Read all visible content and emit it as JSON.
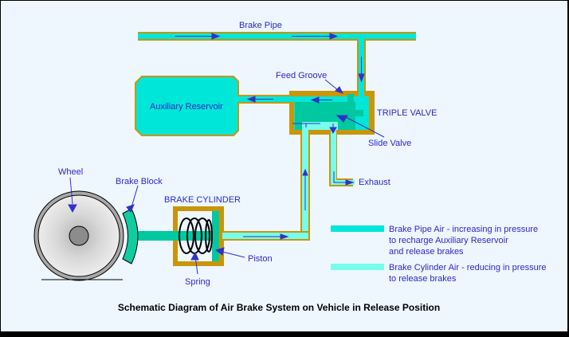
{
  "colors": {
    "background": "#eef6fe",
    "frame": "#000000",
    "pipe_wall": "#c8960a",
    "brake_pipe_air": "#00e6d8",
    "brake_cylinder_air": "#78fcec",
    "slide_valve_body": "#00c8a0",
    "brake_block": "#10cca0",
    "label_text": "#2a2ac8",
    "arrow": "#3232c8",
    "title_text": "#000000",
    "wheel_rim": "#a8a8a8",
    "wheel_face": "#e4e4e4",
    "wheel_hub": "#8c8c8c"
  },
  "labels": {
    "brake_pipe": "Brake Pipe",
    "feed_groove": "Feed Groove",
    "auxiliary_reservoir": "Auxiliary Reservoir",
    "triple_valve": "TRIPLE VALVE",
    "slide_valve": "Slide Valve",
    "exhaust": "Exhaust",
    "wheel": "Wheel",
    "brake_block": "Brake Block",
    "brake_cylinder": "BRAKE CYLINDER",
    "piston": "Piston",
    "spring": "Spring"
  },
  "legend": {
    "items": [
      {
        "name": "brake-pipe-air",
        "swatch_color": "#00e6d8",
        "lines": [
          "Brake Pipe Air - increasing in pressure",
          "to recharge Auxiliary Reservoir",
          "and release brakes"
        ]
      },
      {
        "name": "brake-cylinder-air",
        "swatch_color": "#78fcec",
        "lines": [
          "Brake Cylinder Air - reducing in pressure",
          "to release brakes"
        ]
      }
    ]
  },
  "caption": "Schematic Diagram of Air Brake System on Vehicle in Release Position"
}
